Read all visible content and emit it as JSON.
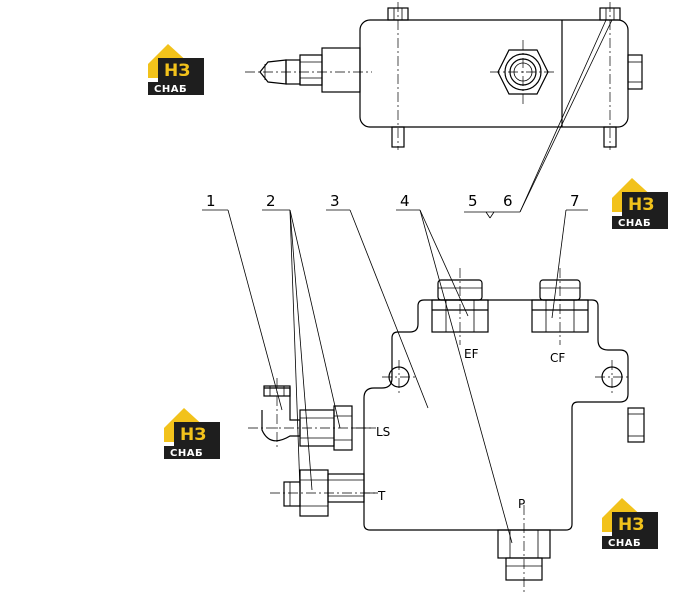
{
  "part_numbers": [
    "1",
    "2",
    "3",
    "4",
    "5",
    "6",
    "7"
  ],
  "ports": {
    "ef": "EF",
    "cf": "CF",
    "ls": "LS",
    "t": "T",
    "p": "P"
  },
  "watermark": {
    "top_text": "НЗ",
    "bottom_text": "СНАБ",
    "colors": {
      "yellow": "#f2c21b",
      "dark": "#1e1e1e"
    }
  }
}
